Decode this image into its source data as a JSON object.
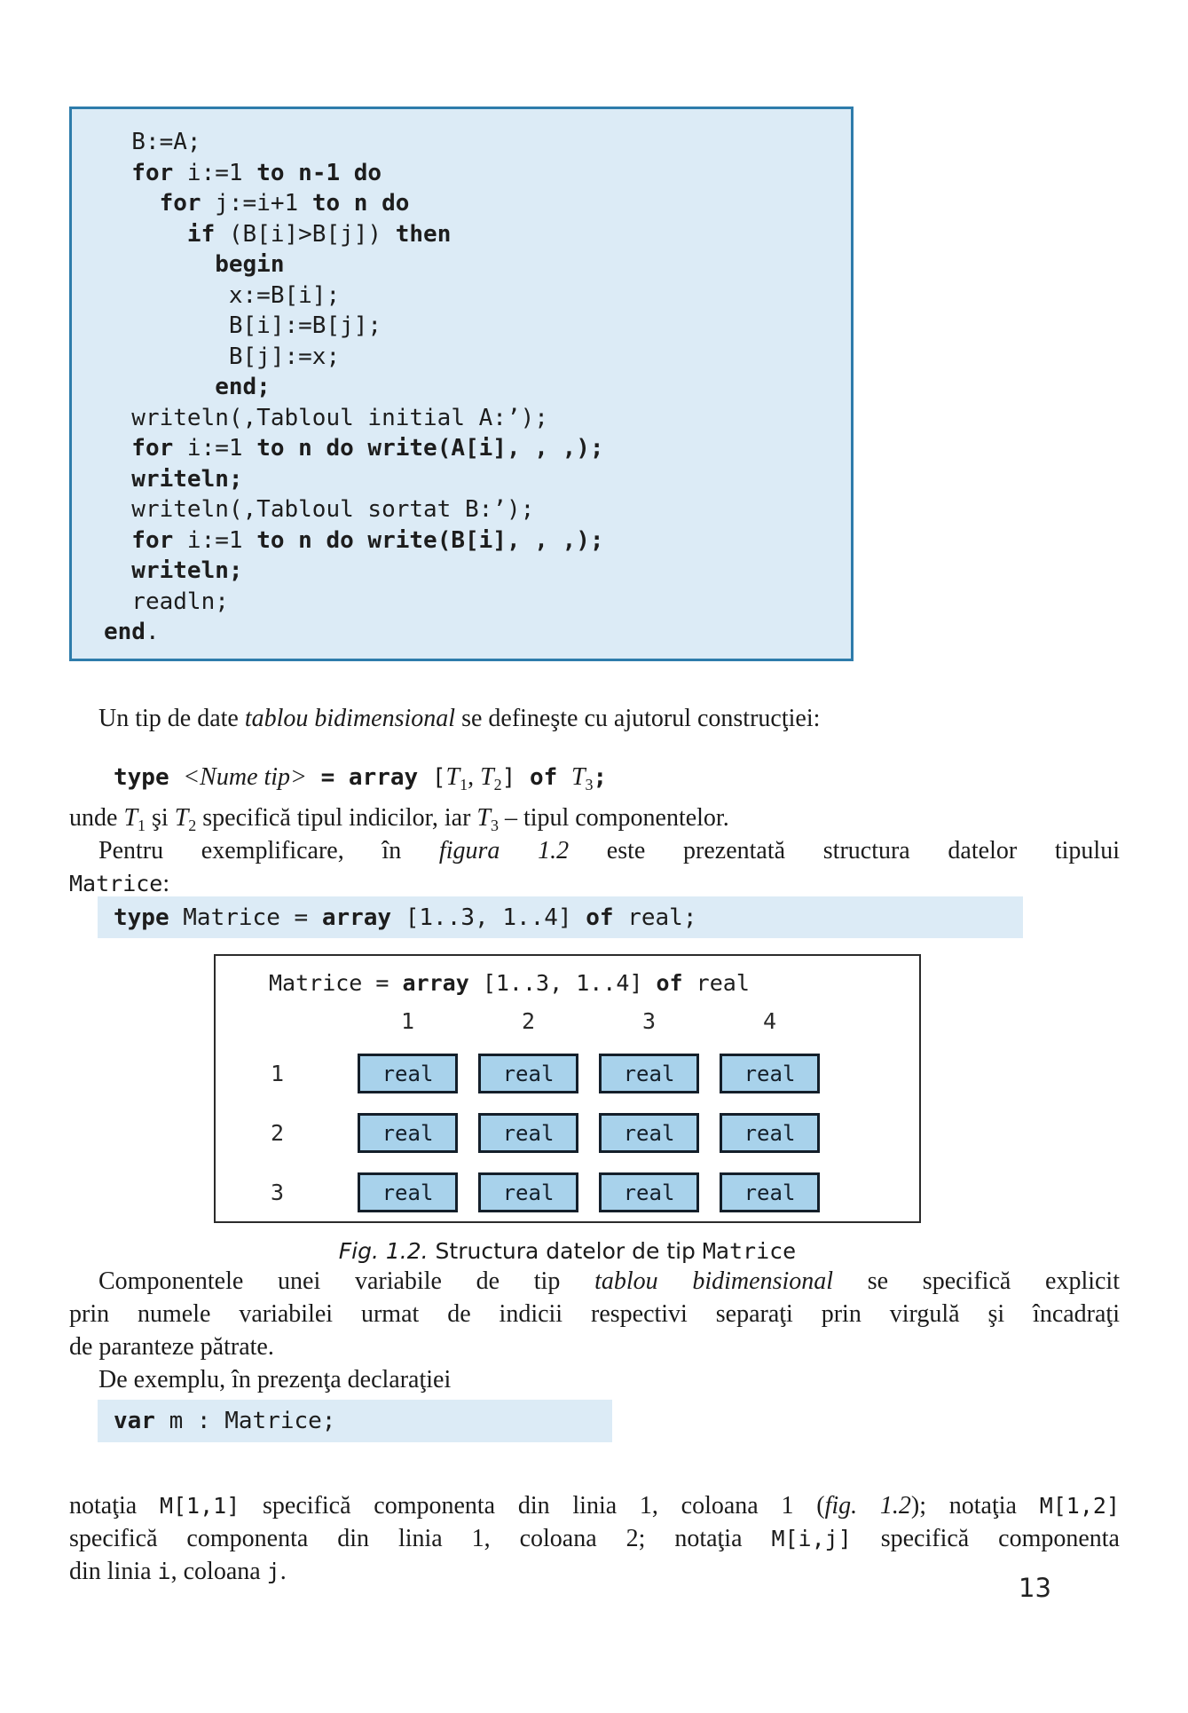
{
  "page_number": "13",
  "colors": {
    "code_bg": "#dcebf6",
    "code_border": "#2e7cab",
    "cell_bg": "#a8d2eb",
    "cell_border": "#141f2a"
  },
  "program_block": {
    "lines": [
      [
        {
          "c": "c",
          "t": "  B:=A;"
        }
      ],
      [
        {
          "c": "cb",
          "t": "  for"
        },
        {
          "c": "c",
          "t": " i:=1 "
        },
        {
          "c": "cb",
          "t": "to n-1 do"
        }
      ],
      [
        {
          "c": "cb",
          "t": "    for"
        },
        {
          "c": "c",
          "t": " j:=i+1 "
        },
        {
          "c": "cb",
          "t": "to n do"
        }
      ],
      [
        {
          "c": "cb",
          "t": "      if"
        },
        {
          "c": "c",
          "t": " (B[i]>B[j]) "
        },
        {
          "c": "cb",
          "t": "then"
        }
      ],
      [
        {
          "c": "cb",
          "t": "        begin"
        }
      ],
      [
        {
          "c": "c",
          "t": "         x:=B[i];"
        }
      ],
      [
        {
          "c": "c",
          "t": "         B[i]:=B[j];"
        }
      ],
      [
        {
          "c": "c",
          "t": "         B[j]:=x;"
        }
      ],
      [
        {
          "c": "cb",
          "t": "        end;"
        }
      ],
      [
        {
          "c": "c",
          "t": "  writeln(‚Tabloul initial A:’);"
        }
      ],
      [
        {
          "c": "cb",
          "t": "  for"
        },
        {
          "c": "c",
          "t": " i:=1 "
        },
        {
          "c": "cb",
          "t": "to n do write(A[i], , ,);"
        }
      ],
      [
        {
          "c": "cb",
          "t": "  writeln;"
        }
      ],
      [
        {
          "c": "c",
          "t": "  writeln(‚Tabloul sortat B:’);"
        }
      ],
      [
        {
          "c": "cb",
          "t": "  for"
        },
        {
          "c": "c",
          "t": " i:=1 "
        },
        {
          "c": "cb",
          "t": "to n do write(B[i], , ,);"
        }
      ],
      [
        {
          "c": "cb",
          "t": "  writeln;"
        }
      ],
      [
        {
          "c": "c",
          "t": "  readln;"
        }
      ],
      [
        {
          "c": "cb",
          "t": "end"
        },
        {
          "c": "c",
          "t": "."
        }
      ]
    ]
  },
  "para_un_tip": {
    "segments": [
      {
        "c": "sr",
        "t": "Un tip de date "
      },
      {
        "c": "si",
        "t": "tablou bidimensional"
      },
      {
        "c": "sr",
        "t": " se defineşte cu ajutorul construcţiei:"
      }
    ]
  },
  "type_declaration": {
    "segments": [
      {
        "c": "mb",
        "t": "type"
      },
      {
        "c": "m",
        "t": " "
      },
      {
        "c": "si",
        "t": "<Nume tip>"
      },
      {
        "c": "mb",
        "t": " = array "
      },
      {
        "c": "m",
        "t": "["
      },
      {
        "c": "si",
        "t": "T"
      },
      {
        "c": "sub",
        "t": "1"
      },
      {
        "c": "sr",
        "t": ", "
      },
      {
        "c": "si",
        "t": "T"
      },
      {
        "c": "sub",
        "t": "2"
      },
      {
        "c": "m",
        "t": "]"
      },
      {
        "c": "mb",
        "t": " of "
      },
      {
        "c": "si",
        "t": "T"
      },
      {
        "c": "sub",
        "t": "3"
      },
      {
        "c": "mb",
        "t": ";"
      }
    ]
  },
  "para_unde": {
    "line1": [
      {
        "c": "sr",
        "t": "unde "
      },
      {
        "c": "si",
        "t": "T"
      },
      {
        "c": "sub",
        "t": "1"
      },
      {
        "c": "sr",
        "t": " şi "
      },
      {
        "c": "si",
        "t": "T"
      },
      {
        "c": "sub",
        "t": "2"
      },
      {
        "c": "sr",
        "t": " specifică tipul indicilor, iar "
      },
      {
        "c": "si",
        "t": "T"
      },
      {
        "c": "sub",
        "t": "3"
      },
      {
        "c": "sr",
        "t": " – tipul componentelor."
      }
    ],
    "line2": [
      {
        "c": "sr",
        "t": "Pentru exemplificare, în "
      },
      {
        "c": "si",
        "t": "figura 1.2"
      },
      {
        "c": "sr",
        "t": " este prezentată structura datelor tipului"
      }
    ],
    "line3": [
      {
        "c": "m",
        "t": "Matrice"
      },
      {
        "c": "sr",
        "t": ":"
      }
    ]
  },
  "bar_type": {
    "segments": [
      {
        "c": "mb",
        "t": "type"
      },
      {
        "c": "m",
        "t": " Matrice = "
      },
      {
        "c": "mb",
        "t": "array"
      },
      {
        "c": "m",
        "t": " [1..3, 1..4] "
      },
      {
        "c": "mb",
        "t": "of"
      },
      {
        "c": "m",
        "t": " real;"
      }
    ]
  },
  "figure": {
    "title_segments": [
      {
        "c": "m",
        "t": "Matrice = "
      },
      {
        "c": "mb",
        "t": "array"
      },
      {
        "c": "m",
        "t": " [1..3, 1..4] "
      },
      {
        "c": "mb",
        "t": "of"
      },
      {
        "c": "m",
        "t": " real"
      }
    ],
    "col_headers": [
      "1",
      "2",
      "3",
      "4"
    ],
    "row_labels": [
      "1",
      "2",
      "3"
    ],
    "cells": [
      [
        "real",
        "real",
        "real",
        "real"
      ],
      [
        "real",
        "real",
        "real",
        "real"
      ],
      [
        "real",
        "real",
        "real",
        "real"
      ]
    ]
  },
  "caption": {
    "segments": [
      {
        "c": "fi",
        "t": "Fig. 1.2."
      },
      {
        "c": "fr",
        "t": " Structura datelor de tip "
      },
      {
        "c": "m",
        "t": "Matrice"
      }
    ]
  },
  "para_componentele": {
    "line1": [
      {
        "c": "sr",
        "t": "Componentele unei variabile de tip "
      },
      {
        "c": "si",
        "t": "tablou bidimensional"
      },
      {
        "c": "sr",
        "t": " se specifică explicit"
      }
    ],
    "line2": [
      {
        "c": "sr",
        "t": "prin numele variabilei urmat de indicii respectivi separaţi prin virgulă şi încadraţi"
      }
    ],
    "line3": [
      {
        "c": "sr",
        "t": "de paranteze pătrate."
      }
    ]
  },
  "para_de_exemplu": {
    "segments": [
      {
        "c": "sr",
        "t": "De exemplu, în prezenţa declaraţiei"
      }
    ]
  },
  "bar_var": {
    "segments": [
      {
        "c": "mb",
        "t": "var"
      },
      {
        "c": "m",
        "t": " m : Matrice;"
      }
    ]
  },
  "para_notatia": {
    "line1": [
      {
        "c": "sr",
        "t": "notaţia "
      },
      {
        "c": "m",
        "t": "M[1,1]"
      },
      {
        "c": "sr",
        "t": " specifică componenta din linia 1, coloana 1 ("
      },
      {
        "c": "si",
        "t": "fig. 1.2"
      },
      {
        "c": "sr",
        "t": "); notaţia "
      },
      {
        "c": "m",
        "t": "M[1,2]"
      }
    ],
    "line2": [
      {
        "c": "sr",
        "t": "specifică componenta din linia 1, coloana 2; notaţia "
      },
      {
        "c": "m",
        "t": "M[i,j]"
      },
      {
        "c": "sr",
        "t": " specifică componenta"
      }
    ],
    "line3": [
      {
        "c": "sr",
        "t": "din linia "
      },
      {
        "c": "m",
        "t": "i"
      },
      {
        "c": "sr",
        "t": ", coloana "
      },
      {
        "c": "m",
        "t": "j"
      },
      {
        "c": "sr",
        "t": "."
      }
    ]
  }
}
